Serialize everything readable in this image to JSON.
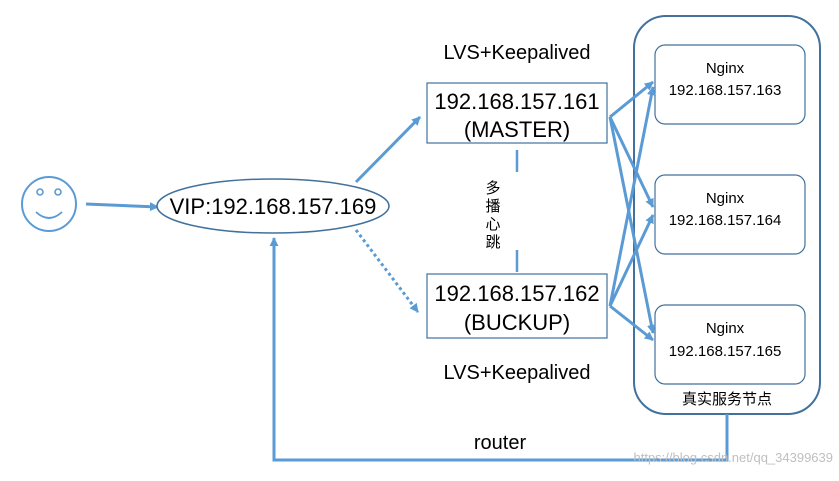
{
  "colors": {
    "line": "#5b9bd5",
    "box": "#41719c",
    "text": "#000000"
  },
  "client": {
    "icon": "smiley-face-icon"
  },
  "vip": {
    "label": "VIP:192.168.157.169"
  },
  "master": {
    "title": "LVS+Keepalived",
    "ip": "192.168.157.161",
    "role": "(MASTER)"
  },
  "backup": {
    "title": "LVS+Keepalived",
    "ip": "192.168.157.162",
    "role": "(BUCKUP)"
  },
  "heartbeat": {
    "chars": [
      "多",
      "播",
      "心",
      "跳"
    ]
  },
  "cluster": {
    "caption": "真实服务节点",
    "nodes": [
      {
        "name": "Nginx",
        "ip": "192.168.157.163"
      },
      {
        "name": "Nginx",
        "ip": "192.168.157.164"
      },
      {
        "name": "Nginx",
        "ip": "192.168.157.165"
      }
    ]
  },
  "router": {
    "label": "router"
  },
  "watermark": {
    "text": "https://blog.csdn.net/qq_34399639"
  }
}
